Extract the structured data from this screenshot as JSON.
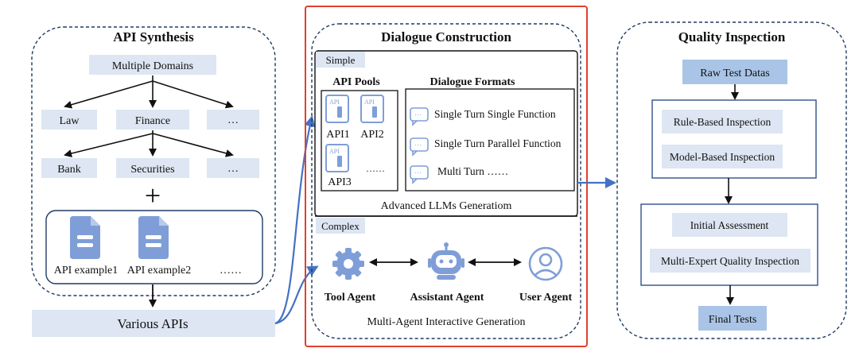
{
  "api_synthesis": {
    "title": "API Synthesis",
    "root": "Multiple Domains",
    "domains": [
      "Law",
      "Finance",
      "…"
    ],
    "subdomains": [
      "Bank",
      "Securities",
      "…"
    ],
    "plus": "+",
    "examples": [
      "API example1",
      "API example2"
    ],
    "examples_more": "……",
    "output": "Various APIs"
  },
  "dialogue_construction": {
    "title": "Dialogue Construction",
    "simple": {
      "tag": "Simple",
      "api_pools_title": "API Pools",
      "api_icon_text": "API",
      "apis": [
        "API1",
        "API2",
        "API3"
      ],
      "apis_more": "……",
      "formats_title": "Dialogue Formats",
      "formats": [
        "Single Turn Single Function",
        "Single Turn Parallel Function",
        "Multi Turn ……"
      ],
      "footer": "Advanced LLMs Generatiom"
    },
    "complex": {
      "tag": "Complex",
      "agents": [
        "Tool Agent",
        "Assistant Agent",
        "User Agent"
      ],
      "footer": "Multi-Agent Interactive Generation"
    }
  },
  "quality_inspection": {
    "title": "Quality Inspection",
    "input": "Raw Test Datas",
    "group1": [
      "Rule-Based Inspection",
      "Model-Based Inspection"
    ],
    "group2": [
      "Initial Assessment",
      "Multi-Expert Quality Inspection"
    ],
    "output": "Final Tests"
  },
  "colors": {
    "box_fill": "#dde6f2",
    "qi_header_fill": "#a9c4e6",
    "frame_stroke": "#1f3b63",
    "highlight_red": "#e0402f",
    "arrow_blue": "#4472c4",
    "icon_blue": "#7f9ed8"
  }
}
